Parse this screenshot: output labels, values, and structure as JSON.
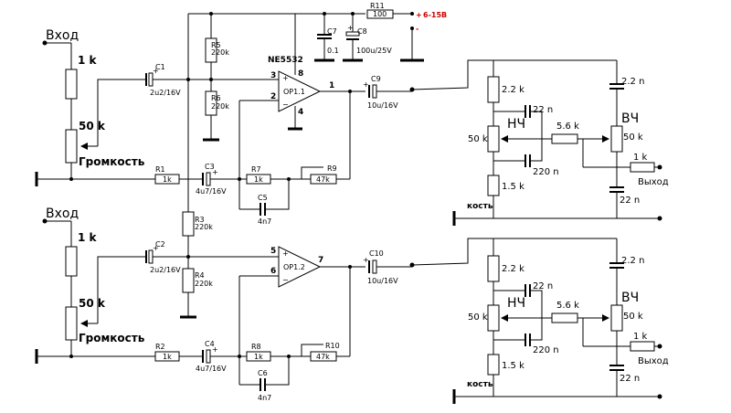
{
  "top": {
    "input_label": "Вход",
    "vol_top_value": "1 k",
    "vol_pot_value": "50 k",
    "vol_label": "Громкость",
    "r1": {
      "name": "R1",
      "value": "1k"
    },
    "c1": {
      "name": "C1",
      "value": "2u2/16V"
    },
    "r5": {
      "name": "R5",
      "value": "220k"
    },
    "r6": {
      "name": "R6",
      "value": "220k"
    },
    "c3": {
      "name": "C3",
      "value": "4u7/16V"
    },
    "r7": {
      "name": "R7",
      "value": "1k"
    },
    "r9": {
      "name": "R9",
      "value": "47k"
    },
    "c5": {
      "name": "C5",
      "value": "4n7"
    },
    "op": {
      "name": "OP1.1",
      "pin_plus": "3",
      "pin_minus": "2",
      "pin_out": "1",
      "pin_vcc": "8",
      "pin_gnd": "4"
    },
    "c9": {
      "name": "C9",
      "value": "10u/16V"
    }
  },
  "bottom": {
    "input_label": "Вход",
    "vol_top_value": "1 k",
    "vol_pot_value": "50 k",
    "vol_label": "Громкость",
    "r2": {
      "name": "R2",
      "value": "1k"
    },
    "c2": {
      "name": "C2",
      "value": "2u2/16V"
    },
    "r3": {
      "name": "R3",
      "value": "220k"
    },
    "r4": {
      "name": "R4",
      "value": "220k"
    },
    "c4": {
      "name": "C4",
      "value": "4u7/16V"
    },
    "r8": {
      "name": "R8",
      "value": "1k"
    },
    "r10": {
      "name": "R10",
      "value": "47k"
    },
    "c6": {
      "name": "C6",
      "value": "4n7"
    },
    "op": {
      "name": "OP1.2",
      "pin_plus": "5",
      "pin_minus": "6",
      "pin_out": "7"
    },
    "c10": {
      "name": "C10",
      "value": "10u/16V"
    }
  },
  "power": {
    "chip": "NE5532",
    "r11": {
      "name": "R11",
      "value": "100"
    },
    "c7": {
      "name": "C7",
      "value": "0.1"
    },
    "c8": {
      "name": "C8",
      "value": "100u/25V"
    },
    "supply": "6-15В",
    "plus": "+",
    "minus": "-"
  },
  "tone_top": {
    "r_top": "2.2 k",
    "c_mid1": "22 n",
    "nch_label": "НЧ",
    "pot_nch": "50 k",
    "c_mid2": "220 n",
    "r_bottom": "1.5 k",
    "bass_label": "кость",
    "r_mid": "5.6 k",
    "vch_label": "ВЧ",
    "c_top_right": "2.2 n",
    "pot_vch": "50 k",
    "r_out": "1 k",
    "out_label": "Выход",
    "c_bot_right": "22 n"
  },
  "tone_bottom": {
    "r_top": "2.2 k",
    "c_mid1": "22 n",
    "nch_label": "НЧ",
    "pot_nch": "50 k",
    "c_mid2": "220 n",
    "r_bottom": "1.5 k",
    "bass_label": "кость",
    "r_mid": "5.6 k",
    "vch_label": "ВЧ",
    "c_top_right": "2.2 n",
    "pot_vch": "50 k",
    "r_out": "1 k",
    "out_label": "Выход",
    "c_bot_right": "22 n"
  }
}
